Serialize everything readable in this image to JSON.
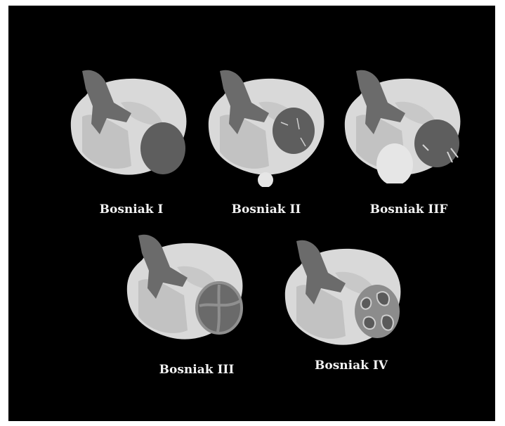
{
  "figures": [
    {
      "label": "Bosniak I"
    },
    {
      "label": "Bosniak II"
    },
    {
      "label": "Bosniak IIF"
    },
    {
      "label": "Bosniak III"
    },
    {
      "label": "Bosniak IV"
    }
  ],
  "colors": {
    "background": "#000000",
    "kidney_cortex": "#d9d9d9",
    "kidney_medulla": "#bdbdbd",
    "renal_pelvis": "#6b6b6b",
    "cyst_fill": "#5e5e5e",
    "cyst_light": "#e6e6e6",
    "label_text": "#f2f2f2"
  }
}
